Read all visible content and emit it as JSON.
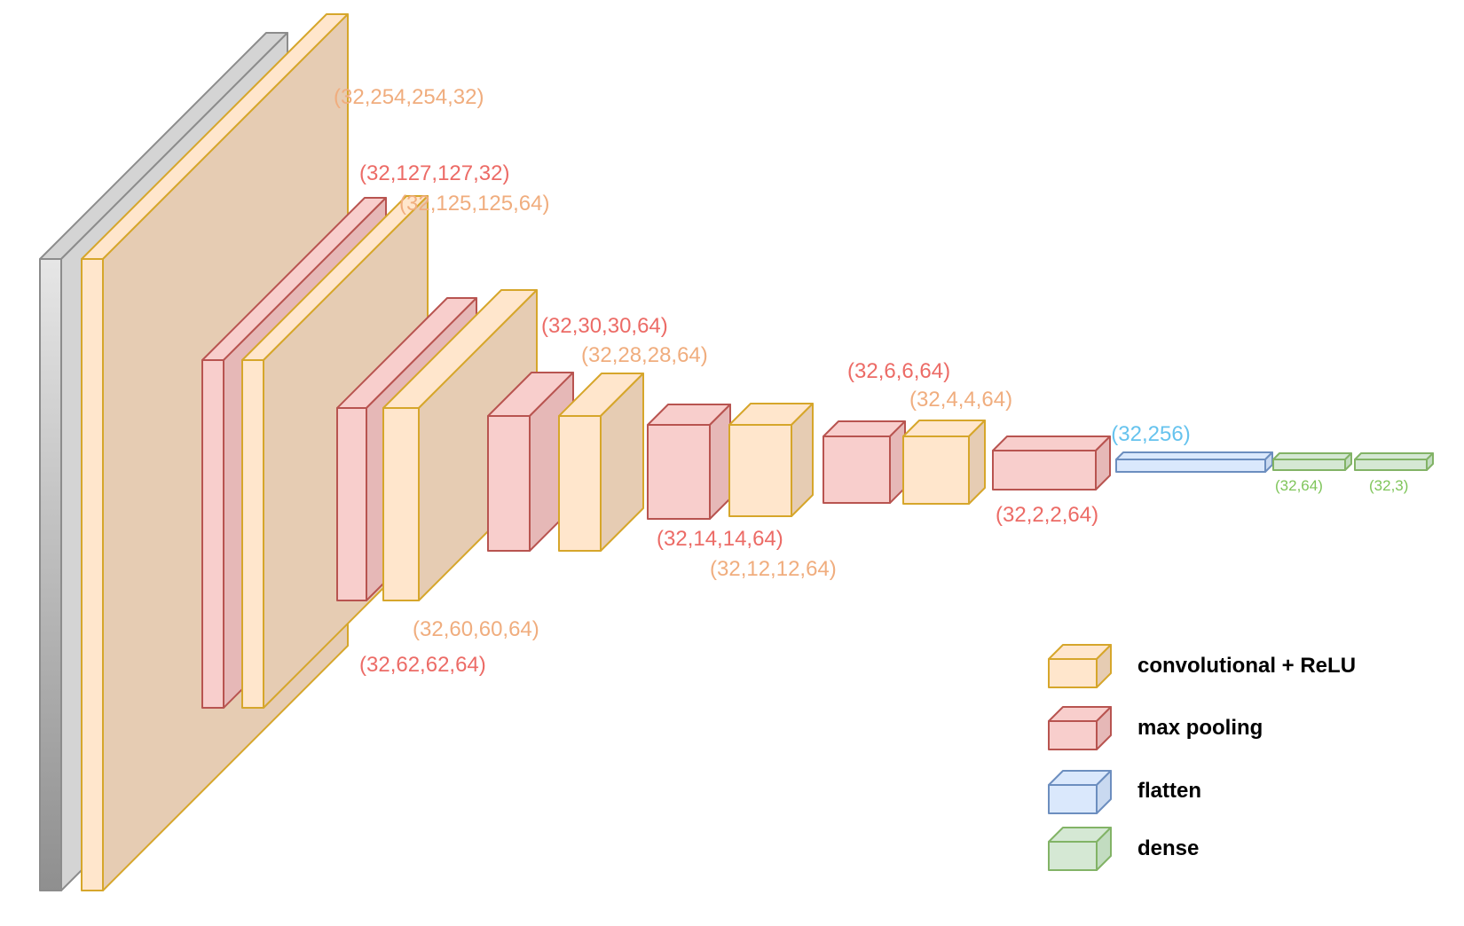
{
  "colors": {
    "input_front": "#a9a9a9",
    "input_side": "#d4d4d4",
    "input_stroke": "#8c8c8c",
    "conv_front": "#ffe6cc",
    "conv_side": "#e6ccb3",
    "conv_stroke": "#d6a62b",
    "pool_front": "#f8cecc",
    "pool_side": "#e6b8b7",
    "pool_stroke": "#b85450",
    "flatten_front": "#dae8fc",
    "flatten_side": "#c9d9f0",
    "flatten_stroke": "#6c8ebf",
    "dense_front": "#d5e8d4",
    "dense_side": "#c2dcc0",
    "dense_stroke": "#82b366",
    "conv_text": "#f0ad7e",
    "pool_text": "#ec6b66",
    "flatten_text": "#66c3ee",
    "dense_text": "#7fc55a"
  },
  "labels": [
    {
      "text": "(32,254,254,32)",
      "kind": "conv"
    },
    {
      "text": "(32,127,127,32)",
      "kind": "pool"
    },
    {
      "text": "(32,125,125,64)",
      "kind": "conv"
    },
    {
      "text": "(32,62,62,64)",
      "kind": "pool"
    },
    {
      "text": "(32,60,60,64)",
      "kind": "conv"
    },
    {
      "text": "(32,30,30,64)",
      "kind": "pool"
    },
    {
      "text": "(32,28,28,64)",
      "kind": "conv"
    },
    {
      "text": "(32,14,14,64)",
      "kind": "pool"
    },
    {
      "text": "(32,12,12,64)",
      "kind": "conv"
    },
    {
      "text": "(32,6,6,64)",
      "kind": "pool"
    },
    {
      "text": "(32,4,4,64)",
      "kind": "conv"
    },
    {
      "text": "(32,2,2,64)",
      "kind": "pool"
    },
    {
      "text": "(32,256)",
      "kind": "flatten"
    },
    {
      "text": "(32,64)",
      "kind": "dense"
    },
    {
      "text": "(32,3)",
      "kind": "dense"
    }
  ],
  "legend": [
    {
      "label": "convolutional + ReLU",
      "kind": "conv"
    },
    {
      "label": "max pooling",
      "kind": "pool"
    },
    {
      "label": "flatten",
      "kind": "flatten"
    },
    {
      "label": "dense",
      "kind": "dense"
    }
  ]
}
